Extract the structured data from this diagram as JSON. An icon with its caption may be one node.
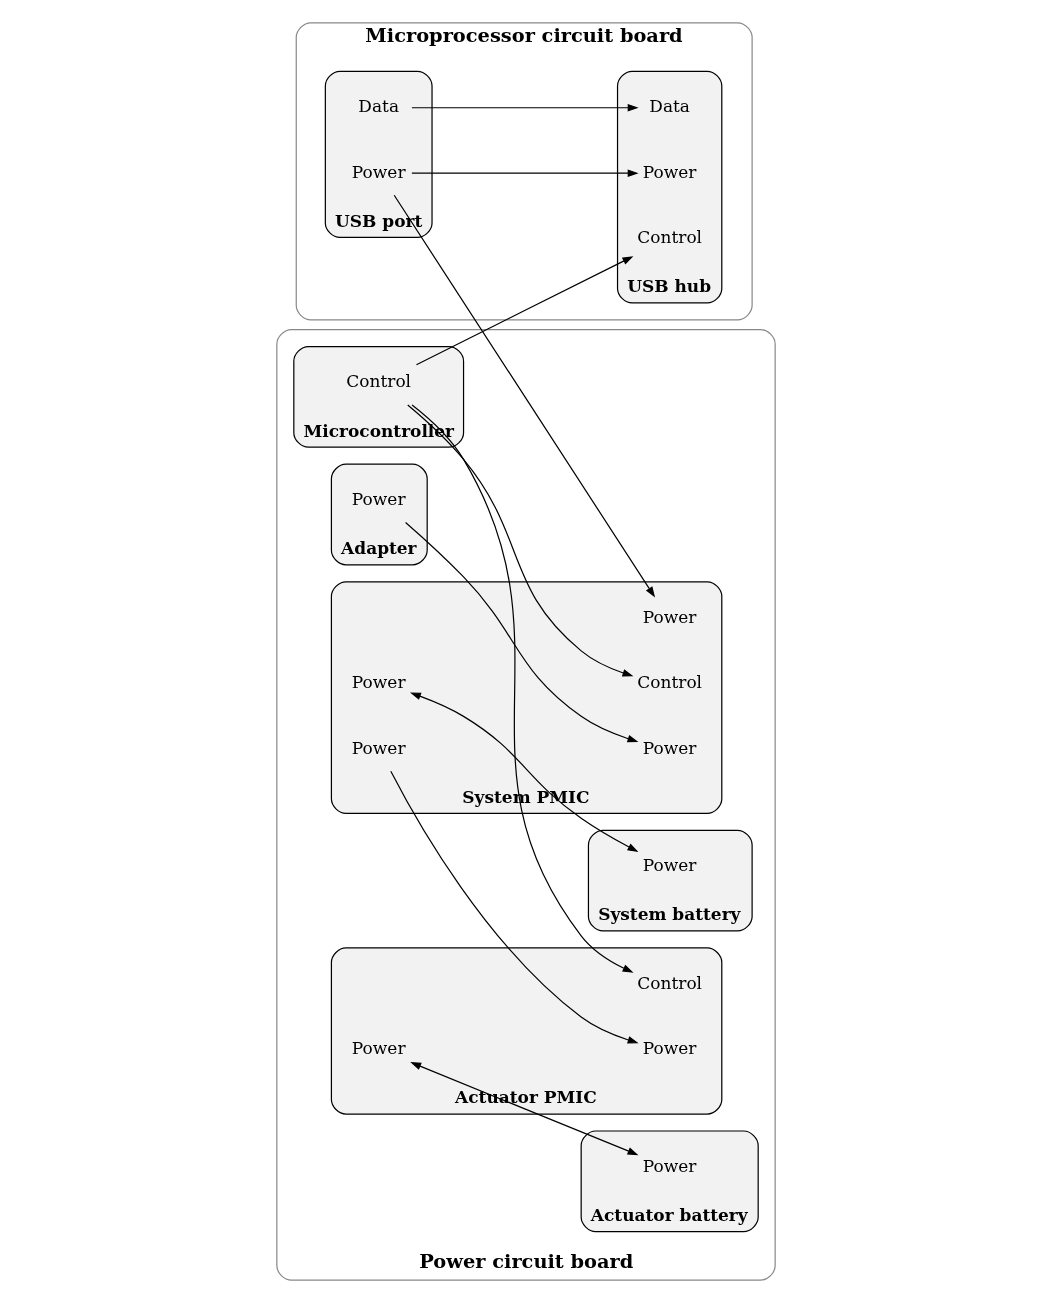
{
  "diagram": {
    "nodes": [
      {
        "text": [
          "Microprocessor circuit board"
        ]
      },
      {
        "text": [
          "USB port"
        ],
        "in": 0
      },
      {
        "text": [
          "Data"
        ],
        "in": 1
      },
      {
        "text": [
          "Power"
        ],
        "in": 1
      },
      {
        "text": [
          "USB hub"
        ],
        "in": 0
      },
      {
        "text": [
          "Data"
        ],
        "in": 4
      },
      {
        "text": [
          "Power"
        ],
        "in": 4
      },
      {
        "text": [
          "Control"
        ],
        "in": 4
      },
      {
        "text": [
          "Power circuit board"
        ]
      },
      {
        "text": [
          "Microcontroller"
        ],
        "in": 8
      },
      {
        "text": [
          "Control"
        ],
        "in": 9
      },
      {
        "text": [
          "Adapter"
        ],
        "in": 8
      },
      {
        "text": [
          "Power"
        ],
        "in": 11
      },
      {
        "text": [
          "System PMIC"
        ],
        "in": 8
      },
      {
        "text": [
          "Power"
        ],
        "in": 13
      },
      {
        "text": [
          "Control"
        ],
        "in": 13
      },
      {
        "text": [
          "Power"
        ],
        "in": 13
      },
      {
        "text": [
          "Power"
        ],
        "in": 13
      },
      {
        "text": [
          "Power"
        ],
        "in": 13
      },
      {
        "text": [
          "Actuator PMIC"
        ],
        "in": 8
      },
      {
        "text": [
          "Control"
        ],
        "in": 19
      },
      {
        "text": [
          "Power"
        ],
        "in": 19
      },
      {
        "text": [
          "Power"
        ],
        "in": 19
      },
      {
        "text": [
          "System battery"
        ],
        "in": 8
      },
      {
        "text": [
          "Power"
        ],
        "in": 23
      },
      {
        "text": [
          "Actuator battery"
        ],
        "in": 8
      },
      {
        "text": [
          "Power"
        ],
        "in": 25
      }
    ],
    "edges": [
      {
        "from": 2,
        "to": 5,
        "arrow": "to"
      },
      {
        "from": 3,
        "to": 6,
        "arrow": "to"
      },
      {
        "from": 3,
        "to": 14,
        "arrow": "to"
      },
      {
        "from": 10,
        "to": 7,
        "arrow": "to"
      },
      {
        "from": 10,
        "to": 15,
        "arrow": "to"
      },
      {
        "from": 10,
        "to": 20,
        "arrow": "to"
      },
      {
        "from": 12,
        "to": 16,
        "arrow": "to"
      },
      {
        "from": 17,
        "to": 21,
        "arrow": "to"
      },
      {
        "from": 18,
        "to": 24,
        "arrow": "both"
      },
      {
        "from": 22,
        "to": 26,
        "arrow": "both"
      }
    ]
  }
}
